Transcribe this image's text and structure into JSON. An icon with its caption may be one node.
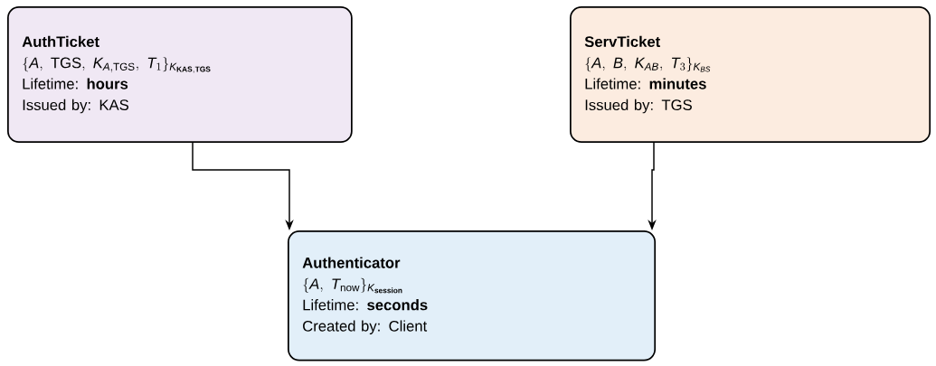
{
  "diagram": {
    "nodes": [
      {
        "text": [
          "AuthTicket",
          "\\{\\mathit{A},\\ \\mathrm{TGS},\\ \\mathit{K}_{\\mathit{A},\\mathrm{TGS}},\\ \\mathit{T}_{1}\\}_{\\mathit{K}_{\\mathbf{KAS},\\mathbf{TGS}}}",
          "Lifetime: **hours**",
          "Issued by: KAS"
        ]
      },
      {
        "text": [
          "ServTicket",
          "\\{\\mathit{A},\\ \\mathit{B},\\ \\mathit{K}_{\\mathit{AB}},\\ \\mathit{T}_{3}\\}_{\\mathit{K}_{\\mathit{BS}}}",
          "Lifetime: **minutes**",
          "Issued by: TGS"
        ]
      },
      {
        "text": [
          "Authenticator",
          "\\{\\mathit{A},\\ \\mathit{T}_{\\mathrm{now}}\\}_{\\mathit{K}_{\\mathbf{session}}}",
          "Lifetime: **seconds**",
          "Created by: Client"
        ]
      }
    ],
    "edges": [
      {
        "from": 0,
        "to": 2,
        "arrow": "to"
      },
      {
        "from": 1,
        "to": 2,
        "arrow": "to"
      }
    ]
  }
}
